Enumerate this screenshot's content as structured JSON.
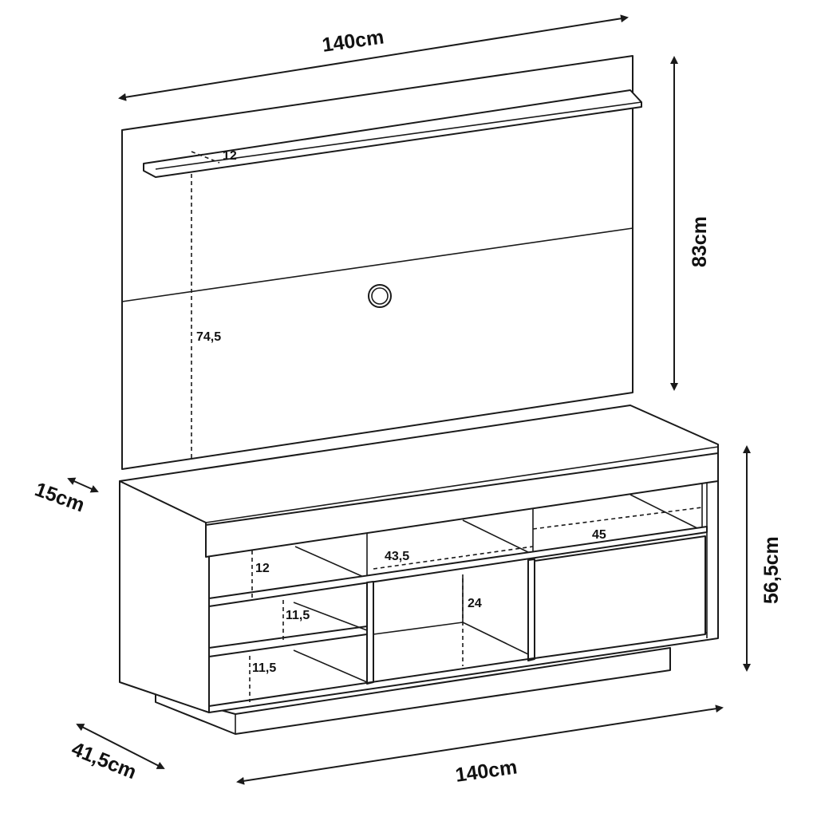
{
  "dimensions": {
    "panel_width": "140cm",
    "panel_height": "83cm",
    "rack_height": "56,5cm",
    "panel_depth": "15cm",
    "rack_depth": "41,5cm",
    "rack_width": "140cm"
  },
  "inner_dimensions": {
    "shelf_depth": "12",
    "shelf_height": "74,5",
    "niche_top_height": "12",
    "niche_middle_width": "43,5",
    "niche_right_width": "45",
    "niche_left_mid_height": "11,5",
    "niche_center_height": "24",
    "niche_left_bottom_height": "11,5"
  }
}
